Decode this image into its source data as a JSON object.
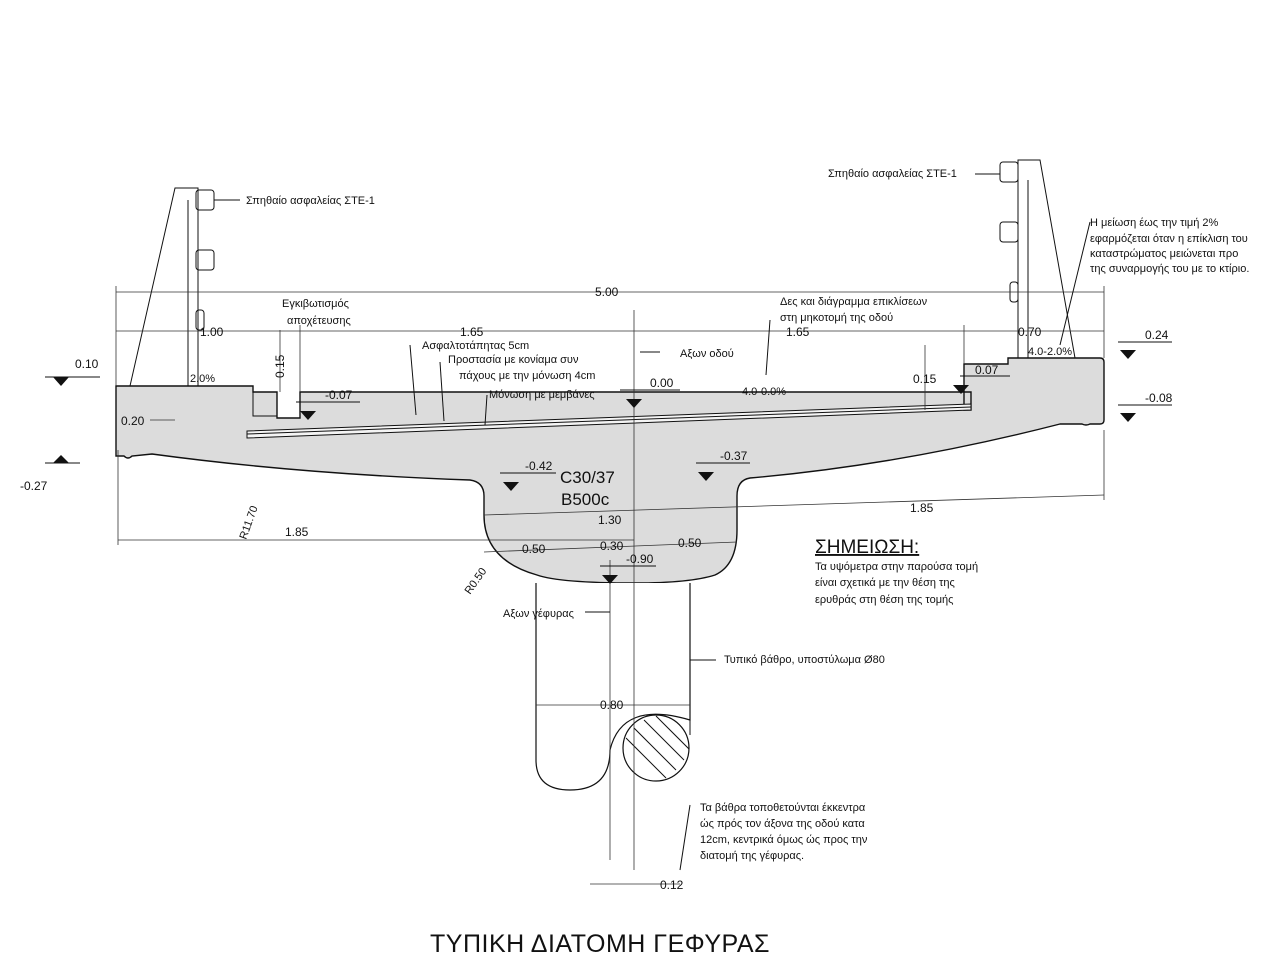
{
  "title": "ΤΥΠΙΚΗ ΔΙΑΤΟΜΗ ΓΕΦΥΡΑΣ",
  "labels": {
    "barrier_left": "Σπηθαίο ασφαλείας ΣΤΕ-1",
    "barrier_right": "Σπηθαίο ασφαλείας ΣΤΕ-1",
    "kerb": "Εγκιβωτισμός αποχέτευσης",
    "asphalt": "Ασφαλτοτάπητας 5cm",
    "protection_1": "Προστασία με κονίαμα συν",
    "protection_2": "πάχους με την μόνωση 4cm",
    "insulation": "Μόνωση με μεμβάνες",
    "road_axis": "Αξων οδού",
    "bridge_axis": "Αξων γέφυρας",
    "see_also_1": "Δες και διάγραμμα επικλίσεων",
    "see_also_2": "στη μηκοτομή της οδού",
    "reduction_1": "Η μείωση έως την τιμή 2%",
    "reduction_2": "εφαρμόζεται όταν η επίκλιση του",
    "reduction_3": "καταστρώματος μειώνεται προ",
    "reduction_4": "της συναρμογής του με το κτίριο.",
    "concrete": "C30/37",
    "steel": "B500c",
    "pile": "Τυπικό βάθρο, υποστύλωμα Ø80",
    "pile_note_1": "Τα βάθρα τοποθετούνται έκκεντρα",
    "pile_note_2": "ώς πρός τον άξονα της οδού κατα",
    "pile_note_3": "12cm, κεντρικά όμως ώς προς την",
    "pile_note_4": "διατομή της γέφυρας.",
    "note_title": "ΣΗΜΕΙΩΣΗ:",
    "note_1": "Τα υψόμετρα στην παρούσα τομή",
    "note_2": "είναι σχετικά με την θέση της",
    "note_3": "ερυθράς στη θέση της τομής"
  },
  "dimensions": {
    "total_width": "5.00",
    "left_cantilever": "1.00",
    "left_lane": "1.65",
    "right_lane": "1.65",
    "right_cantilever": "0.70",
    "kerb_h": "0.15",
    "kerb_h_right": "0.15",
    "left_thick": "0.20",
    "left_bottom": "1.85",
    "right_bottom": "1.85",
    "web_width": "1.30",
    "web_left_half": "0.50",
    "web_right_half": "0.50",
    "web_center": "0.30",
    "pile_dia": "0.80",
    "eccentricity": "0.12",
    "radius_big": "R11.70",
    "radius_small": "R0.50"
  },
  "slopes": {
    "left_walk": "2.0%",
    "deck": "4.0-0.0%",
    "right_walk": "4.0-2.0%"
  },
  "levels": {
    "left_top": "0.10",
    "left_under": "-0.27",
    "gutter_left": "-0.07",
    "axis": "0.00",
    "right_gutter": "0.07",
    "right_top": "0.24",
    "right_edge": "-0.08",
    "web_left": "-0.42",
    "web_right": "-0.37",
    "bottom": "-0.90"
  }
}
